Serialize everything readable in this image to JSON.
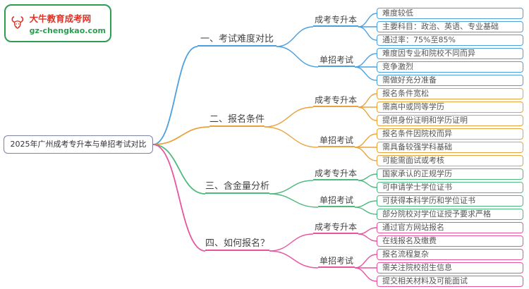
{
  "logo": {
    "title": "大牛教育成考网",
    "url": "gz-chengkao.com",
    "red": "#dd3327",
    "green": "#2e9d52"
  },
  "root": {
    "label": "2025年广州成考专升本与单招考试对比",
    "color": "#7d82a8"
  },
  "branches": [
    {
      "label": "一、考试难度对比",
      "color": "#4da0dd",
      "groups": [
        {
          "label": "成考专升本",
          "leaves": [
            "难度较低",
            "主要科目：政治、英语、专业基础",
            "通过率：75%至85%"
          ]
        },
        {
          "label": "单招考试",
          "leaves": [
            "难度因专业和院校不同而异",
            "竞争激烈",
            "需做好充分准备"
          ]
        }
      ]
    },
    {
      "label": "二、报名条件",
      "color": "#e8a33d",
      "groups": [
        {
          "label": "成考专升本",
          "leaves": [
            "报名条件宽松",
            "需高中或同等学历",
            "提供身份证明和学历证明"
          ]
        },
        {
          "label": "单招考试",
          "leaves": [
            "报名条件因院校而异",
            "需具备较强学科基础",
            "可能需面试或考核"
          ]
        }
      ]
    },
    {
      "label": "三、含金量分析",
      "color": "#4eb97f",
      "groups": [
        {
          "label": "成考专升本",
          "leaves": [
            "国家承认的正规学历",
            "可申请学士学位证书"
          ]
        },
        {
          "label": "单招考试",
          "leaves": [
            "可获得本科学历和学位证书",
            "部分院校对学位证授予要求严格"
          ]
        }
      ]
    },
    {
      "label": "四、如何报名？",
      "color": "#e8549e",
      "groups": [
        {
          "label": "成考专升本",
          "leaves": [
            "通过官方网站报名",
            "在线报名及缴费"
          ]
        },
        {
          "label": "单招考试",
          "leaves": [
            "报名流程复杂",
            "需关注院校招生信息",
            "提交相关材料及可能面试"
          ]
        }
      ]
    }
  ]
}
